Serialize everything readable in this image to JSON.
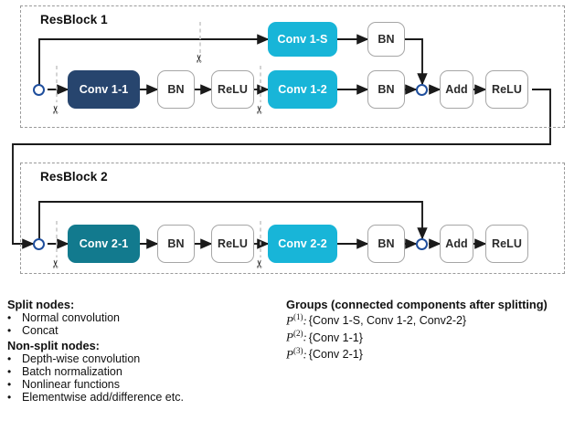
{
  "colors": {
    "navy": "#27456e",
    "teal": "#127a8e",
    "cyan": "#18b5d8",
    "node_border": "#a6a6a6",
    "junction_border": "#1f4e9c",
    "block_border": "#9a9a9a",
    "wire": "#1a1a1a",
    "cutline": "#c9c9c9"
  },
  "diagram": {
    "blocks": [
      {
        "title": "ResBlock 1"
      },
      {
        "title": "ResBlock 2"
      }
    ],
    "resblock1": {
      "skip_path": [
        {
          "label": "Conv 1-S",
          "style": "cyan"
        },
        {
          "label": "BN",
          "style": "plain"
        }
      ],
      "main_path": [
        {
          "label": "Conv 1-1",
          "style": "navy"
        },
        {
          "label": "BN",
          "style": "plain"
        },
        {
          "label": "ReLU",
          "style": "plain"
        },
        {
          "label": "Conv 1-2",
          "style": "cyan"
        },
        {
          "label": "BN",
          "style": "plain"
        }
      ],
      "merge": [
        {
          "label": "Add",
          "style": "plain"
        },
        {
          "label": "ReLU",
          "style": "plain"
        }
      ],
      "cut_count": 3
    },
    "resblock2": {
      "main_path": [
        {
          "label": "Conv 2-1",
          "style": "teal"
        },
        {
          "label": "BN",
          "style": "plain"
        },
        {
          "label": "ReLU",
          "style": "plain"
        },
        {
          "label": "Conv 2-2",
          "style": "cyan"
        },
        {
          "label": "BN",
          "style": "plain"
        }
      ],
      "merge": [
        {
          "label": "Add",
          "style": "plain"
        },
        {
          "label": "ReLU",
          "style": "plain"
        }
      ],
      "cut_count": 2
    },
    "scissors_glyph": "✂"
  },
  "legend": {
    "split": {
      "heading": "Split nodes:",
      "items": [
        "Normal convolution",
        "Concat"
      ]
    },
    "nonsplit": {
      "heading": "Non-split nodes:",
      "items": [
        "Depth-wise convolution",
        "Batch normalization",
        "Nonlinear functions",
        "Elementwise add/difference etc."
      ]
    },
    "bullet_glyph": "•"
  },
  "groups": {
    "heading": "Groups (connected components after splitting)",
    "rows": [
      {
        "symbol": "P",
        "index": "(1)",
        "sep": ":",
        "set": "{Conv 1-S, Conv 1-2, Conv2-2}"
      },
      {
        "symbol": "P",
        "index": "(2)",
        "sep": ":",
        "set": "{Conv 1-1}"
      },
      {
        "symbol": "P",
        "index": "(3)",
        "sep": ":",
        "set": "{Conv 2-1}"
      }
    ]
  }
}
